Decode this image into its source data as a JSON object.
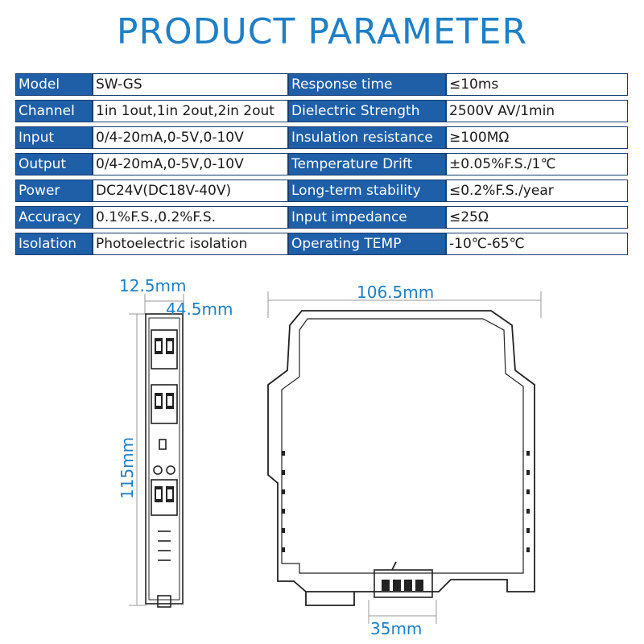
{
  "title": "PRODUCT PARAMETER",
  "rows": [
    {
      "l1": "Model",
      "v1": "SW-GS",
      "l2": "Response time",
      "v2": "≤10ms"
    },
    {
      "l1": "Channel",
      "v1": "1in 1out,1in 2out,2in 2out",
      "l2": "Dielectric Strength",
      "v2": "2500V AV/1min"
    },
    {
      "l1": "Input",
      "v1": "0/4-20mA,0-5V,0-10V",
      "l2": "Insulation resistance",
      "v2": "≥100MΩ"
    },
    {
      "l1": "Output",
      "v1": "0/4-20mA,0-5V,0-10V",
      "l2": "Temperature Drift",
      "v2": "±0.05%F.S./1℃"
    },
    {
      "l1": "Power",
      "v1": "DC24V(DC18V-40V)",
      "l2": "Long-term stability",
      "v2": "≤0.2%F.S./year"
    },
    {
      "l1": "Accuracy",
      "v1": "0.1%F.S.,0.2%F.S.",
      "l2": "Input impedance",
      "v2": "≤25Ω"
    },
    {
      "l1": "Isolation",
      "v1": "Photoelectric isolation",
      "l2": "Operating TEMP",
      "v2": "-10℃-65℃"
    }
  ],
  "dimensions": {
    "width_side": "12.5mm",
    "depth_side": "44.5mm",
    "height": "115mm",
    "length": "106.5mm",
    "rail": "35mm"
  },
  "colors": {
    "accent": "#1e7fc6",
    "header_cell": "#1e5fa8",
    "border": "#1a3c6e"
  }
}
